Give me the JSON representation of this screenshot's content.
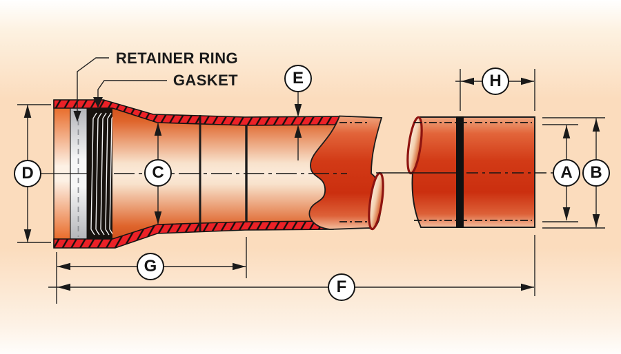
{
  "callouts": {
    "retainer_ring": "RETAINER RING",
    "gasket": "GASKET"
  },
  "dimension_labels": {
    "A": "A",
    "B": "B",
    "C": "C",
    "D": "D",
    "E": "E",
    "F": "F",
    "G": "G",
    "H": "H"
  },
  "colors": {
    "background_peach": "#fbdcbd",
    "pipe_section_red": "#ec2127",
    "pipe_body_dark_red": "#d03514",
    "outline_black": "#1a1a1a",
    "rim_maroon": "#8e1410",
    "retainer_gray": "#d9dadc",
    "gasket_black": "#17120e"
  }
}
